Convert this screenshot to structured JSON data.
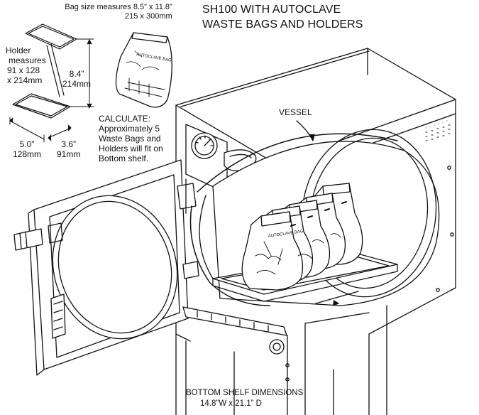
{
  "title": {
    "line1": "SH100 WITH AUTOCLAVE",
    "line2": "WASTE BAGS AND HOLDERS"
  },
  "bag": {
    "size_line1": "Bag size measures 8.5” x 11.8”",
    "size_line2": "215 x 300mm",
    "print_text": "AUTOCLAVE BAG"
  },
  "holder": {
    "line1": "Holder",
    "line2": "measures",
    "line3": "91 x 128",
    "line4": "x 214mm"
  },
  "dimensions": {
    "height_in": "8.4”",
    "height_mm": "214mm",
    "width_in": "5.0”",
    "width_mm": "128mm",
    "depth_in": "3.6”",
    "depth_mm": "91mm"
  },
  "calculate": {
    "line1": "CALCULATE:",
    "line2": "Approximately 5",
    "line3": "Waste Bags and",
    "line4": "Holders will fit on",
    "line5": "Bottom shelf."
  },
  "vessel_label": "VESSEL",
  "bottom_shelf": {
    "line1": "BOTTOM SHELF DIMENSIONS",
    "line2": "14.8”W x 21.1” D"
  },
  "colors": {
    "ink": "#111111",
    "paper": "#ffffff",
    "shade": "#d9d9d9"
  }
}
